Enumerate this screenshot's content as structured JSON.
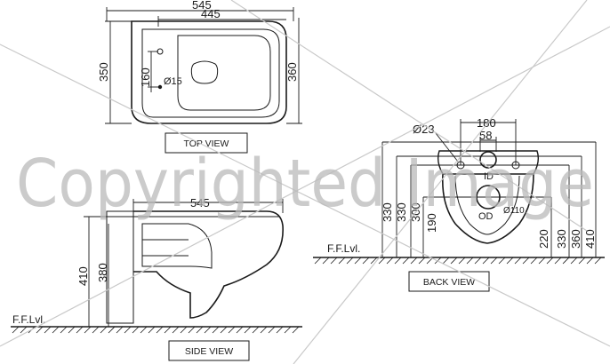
{
  "views": {
    "top": "TOP VIEW",
    "side": "SIDE VIEW",
    "back": "BACK VIEW"
  },
  "top_view": {
    "overall_width": "545",
    "inner_width": "445",
    "depth_left": "350",
    "depth_right": "360",
    "fixing_spacing": "160",
    "fixing_diameter": "Ø15"
  },
  "side_view": {
    "length": "545",
    "height_total": "410",
    "height_rim": "380",
    "floor_label": "F.F.Lvl."
  },
  "back_view": {
    "outer_spacing": "180",
    "inlet_width": "58",
    "bolt_diameter": "Ø23",
    "inlet_label": "ID",
    "outlet_label": "OD",
    "outlet_diameter": "Ø110",
    "left_dims": [
      "330",
      "330",
      "300",
      "190"
    ],
    "right_dims": [
      "220",
      "330",
      "360",
      "410"
    ],
    "floor_label": "F.F.Lvl."
  },
  "watermark": "Copyrighted Image"
}
